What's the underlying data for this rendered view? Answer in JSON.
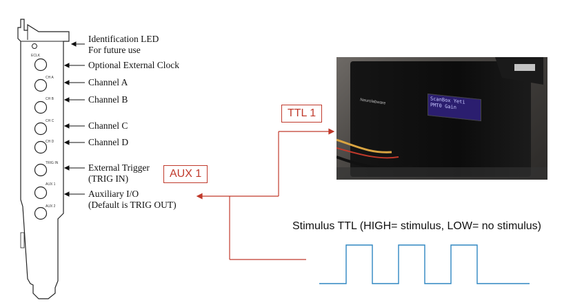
{
  "card_labels": [
    {
      "line1": "Identification LED",
      "line2": "For future use"
    },
    {
      "line1": "Optional External Clock"
    },
    {
      "line1": "Channel A"
    },
    {
      "line1": "Channel B"
    },
    {
      "line1": "Channel C"
    },
    {
      "line1": "Channel D"
    },
    {
      "line1": "External Trigger",
      "line2": "(TRIG IN)"
    },
    {
      "line1": "Auxiliary I/O",
      "line2": "(Default is TRIG OUT)"
    }
  ],
  "port_labels": [
    "ECLK",
    "CH A",
    "CH B",
    "CH C",
    "CH D",
    "TRIG IN",
    "AUX 1",
    "AUX 2"
  ],
  "callouts": {
    "aux": "AUX 1",
    "ttl": "TTL 1"
  },
  "device": {
    "brand": "Neurolabware",
    "display_line1": "ScanBox Yeti",
    "display_line2": "PMT0 Gain"
  },
  "stimulus": {
    "title": "Stimulus TTL (HIGH= stimulus, LOW= no stimulus)",
    "pulses": 3
  },
  "colors": {
    "callout": "#c0392b",
    "signal": "#2e86c1"
  }
}
